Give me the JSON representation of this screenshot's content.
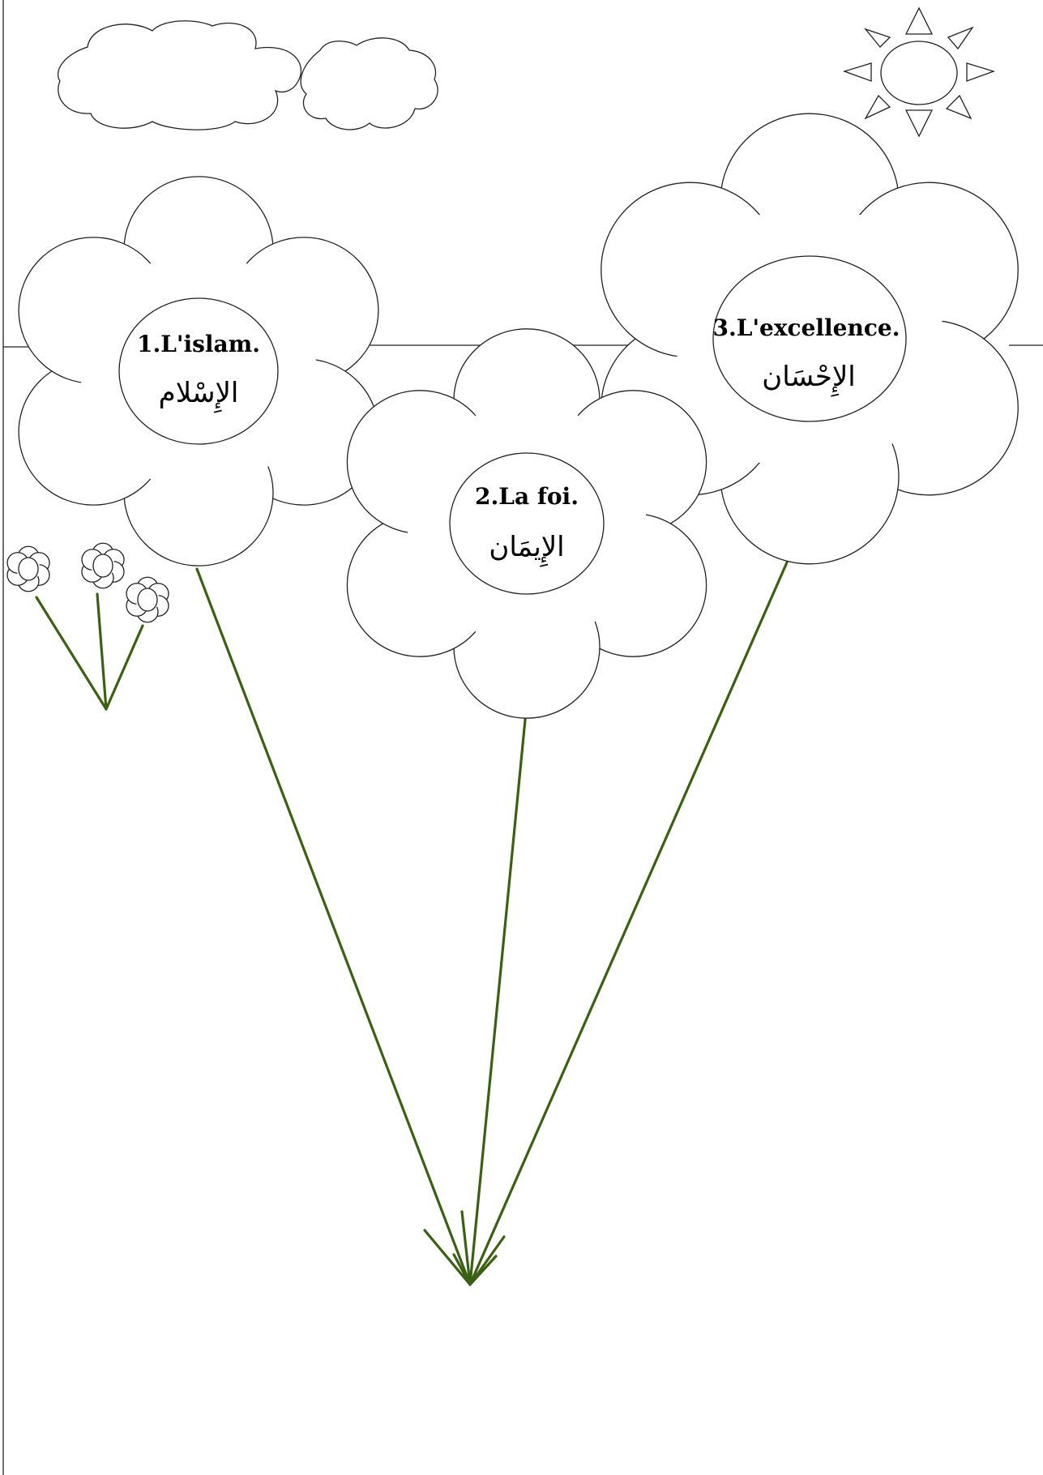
{
  "flowers": [
    {
      "id": "islam",
      "label_fr": "1.L'islam.",
      "label_ar": "الإِسْلام"
    },
    {
      "id": "foi",
      "label_fr": "2.La foi.",
      "label_ar": "الإِيمَان"
    },
    {
      "id": "excellence",
      "label_fr": "3.L'excellence.",
      "label_ar": "الإِحْسَان"
    }
  ],
  "colors": {
    "stem": "#3a6112",
    "outline": "#222222",
    "background": "#ffffff"
  },
  "icons": [
    "cloud-icon",
    "sun-icon",
    "small-flower-icon"
  ]
}
